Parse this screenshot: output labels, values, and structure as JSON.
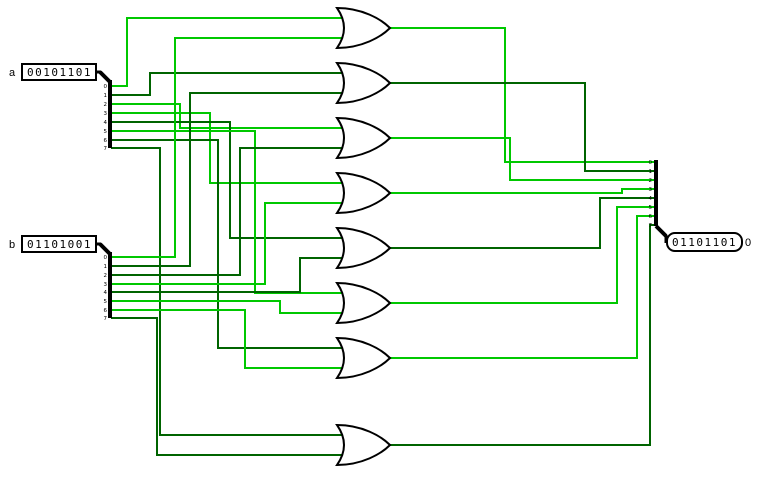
{
  "circuit": {
    "input_a": {
      "label": "a",
      "value": "00101101"
    },
    "input_b": {
      "label": "b",
      "value": "01101001"
    },
    "output": {
      "label": "0",
      "value": "01101101"
    },
    "pin_labels": [
      "0",
      "1",
      "2",
      "3",
      "4",
      "5",
      "6",
      "7"
    ],
    "gate_type": "OR",
    "gate_count": 8,
    "bits": {
      "a": [
        1,
        0,
        1,
        1,
        0,
        1,
        0,
        0
      ],
      "b": [
        1,
        0,
        0,
        1,
        0,
        1,
        1,
        0
      ],
      "out": [
        1,
        0,
        1,
        1,
        0,
        1,
        1,
        0
      ]
    },
    "colors": {
      "high": "#00c800",
      "low": "#006400"
    }
  }
}
